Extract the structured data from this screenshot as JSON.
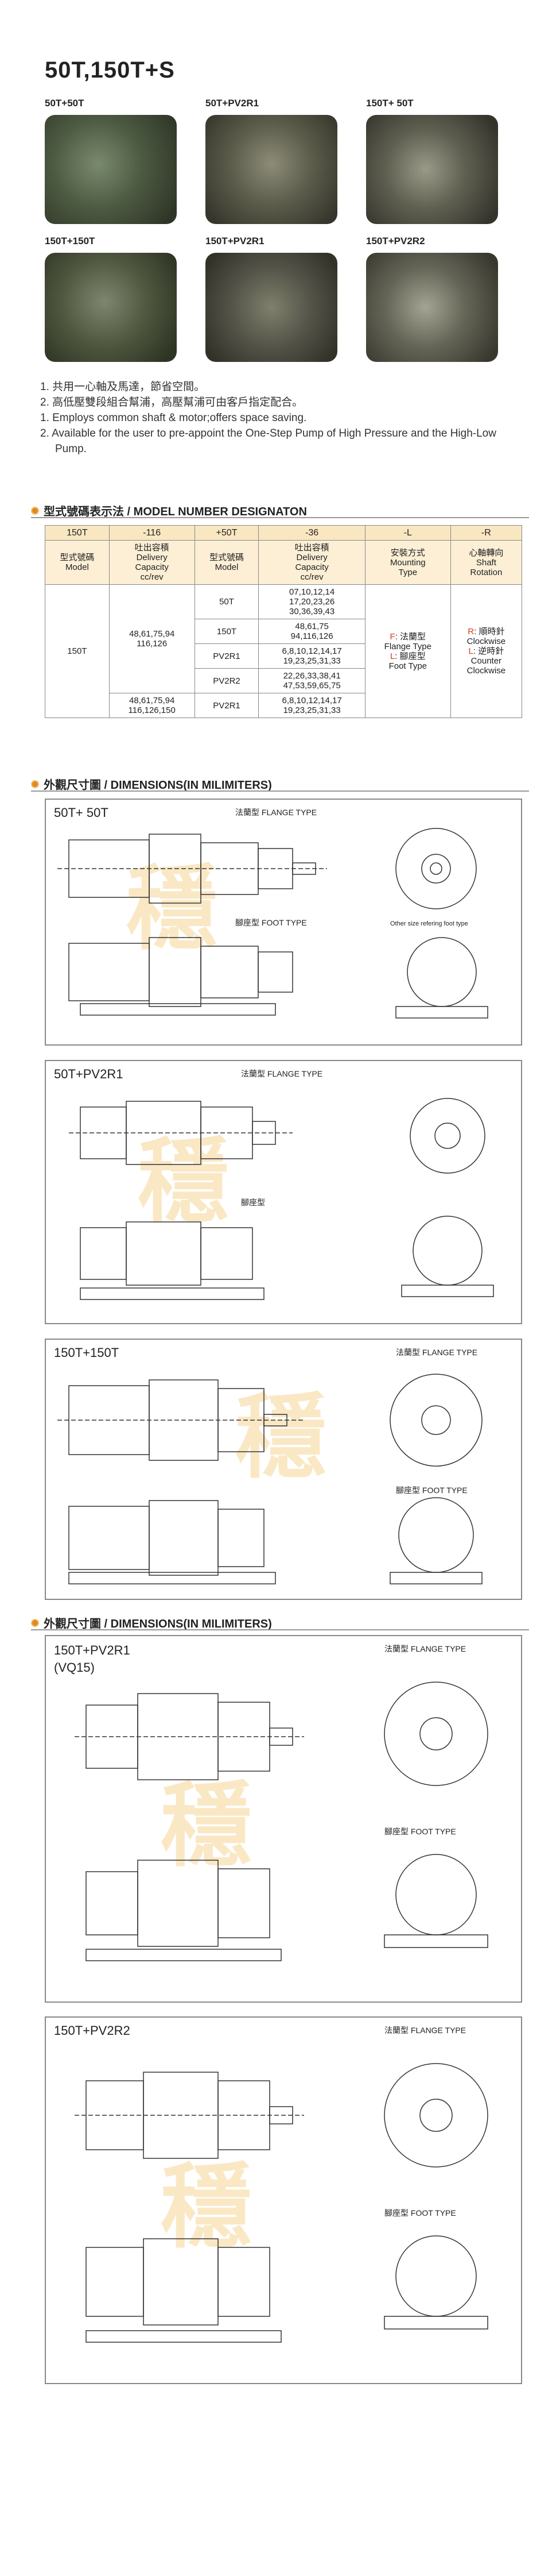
{
  "title": "50T,150T+S",
  "products": [
    {
      "label": "50T+50T"
    },
    {
      "label": "50T+PV2R1"
    },
    {
      "label": "150T+ 50T"
    },
    {
      "label": "150T+150T"
    },
    {
      "label": "150T+PV2R1"
    },
    {
      "label": "150T+PV2R2"
    }
  ],
  "notes": [
    "1. 共用一心軸及馬達，節省空間。",
    "2. 高低壓雙段組合幫浦，高壓幫浦可由客戶指定配合。",
    "1.  Employs common shaft & motor;offers space saving.",
    "2.  Available for the user to pre-appoint the One-Step Pump of High Pressure and the High-Low Pump."
  ],
  "model_section": {
    "title": "型式號碼表示法 / MODEL NUMBER DESIGNATON"
  },
  "model_table": {
    "codes": [
      "150T",
      "-116",
      "+50T",
      "-36",
      "-L",
      "-R"
    ],
    "headers": [
      "型式號碼\nModel",
      "吐出容積\nDelivery\nCapacity\ncc/rev",
      "型式號碼\nModel",
      "吐出容積\nDelivery\nCapacity\ncc/rev",
      "安裝方式\nMounting\nType",
      "心軸轉向\nShaft\nRotation"
    ],
    "model": "150T",
    "cap_a": "48,61,75,94\n116,126",
    "cap_b": "48,61,75,94\n116,126,150",
    "rows": [
      {
        "model": "50T",
        "cap": "07,10,12,14\n17,20,23,26\n30,36,39,43"
      },
      {
        "model": "150T",
        "cap": "48,61,75\n94,116,126"
      },
      {
        "model": "PV2R1",
        "cap": "6,8,10,12,14,17\n19,23,25,31,33"
      },
      {
        "model": "PV2R2",
        "cap": "22,26,33,38,41\n47,53,59,65,75"
      },
      {
        "model": "PV2R1",
        "cap": "6,8,10,12,14,17\n19,23,25,31,33"
      }
    ],
    "mount_f": "F",
    "mount_f_text": ": 法蘭型\nFlange Type",
    "mount_l": "L",
    "mount_l_text": ": 腳座型\nFoot Type",
    "rot_r": "R",
    "rot_r_text": ": 順時針\nClockwise",
    "rot_l": "L",
    "rot_l_text": ": 逆時針\nCounter\nClockwise"
  },
  "dim_section_1": {
    "title": "外觀尺寸圖 / DIMENSIONS(IN MILIMITERS)"
  },
  "dim_section_2": {
    "title": "外觀尺寸圖 / DIMENSIONS(IN MILIMITERS)"
  },
  "panels": [
    {
      "title": "50T+ 50T",
      "flange": "法蘭型  FLANGE TYPE",
      "foot": "腳座型  FOOT TYPE",
      "note": "Other size refering foot type"
    },
    {
      "title": "50T+PV2R1",
      "flange": "法蘭型  FLANGE TYPE",
      "foot": "腳座型"
    },
    {
      "title": "150T+150T",
      "flange": "法蘭型  FLANGE TYPE",
      "foot": "腳座型  FOOT TYPE"
    },
    {
      "title": "150T+PV2R1\n(VQ15)",
      "flange": "法蘭型  FLANGE TYPE",
      "foot": "腳座型  FOOT TYPE"
    },
    {
      "title": "150T+PV2R2",
      "flange": "法蘭型  FLANGE TYPE",
      "foot": "腳座型  FOOT TYPE"
    }
  ],
  "watermark": "穩",
  "colors": {
    "accent": "#e08a1e",
    "table_head": "#f9e7c2",
    "red": "#d63b1a"
  }
}
